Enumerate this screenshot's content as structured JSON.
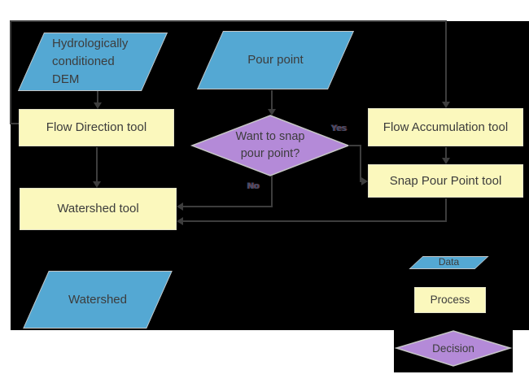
{
  "title": "Watershed delineation flowchart",
  "colors": {
    "page": "#ffffff",
    "background": "#000000",
    "blue": "#54a8d3",
    "yellow": "#fbf8bd",
    "purple": "#b48ad8",
    "line": "#3d3d3d",
    "text": "#3c3c3c",
    "shape_border": "#c6c6c6"
  },
  "nodes": {
    "dem": {
      "line1": "Hydrologically",
      "line2": "conditioned",
      "line3": "DEM"
    },
    "pour_point": {
      "label": "Pour point"
    },
    "flow_direction": {
      "label": "Flow Direction tool"
    },
    "flow_accumulation": {
      "label": "Flow Accumulation tool"
    },
    "snap_pour_point": {
      "label": "Snap Pour Point tool"
    },
    "watershed_tool": {
      "label": "Watershed tool"
    },
    "watershed": {
      "label": "Watershed"
    },
    "decision": {
      "line1": "Want to snap",
      "line2": "pour point?"
    }
  },
  "edge_labels": {
    "yes": "Yes",
    "no": "No"
  },
  "legend": {
    "data": "Data",
    "process": "Process",
    "decision": "Decision"
  }
}
